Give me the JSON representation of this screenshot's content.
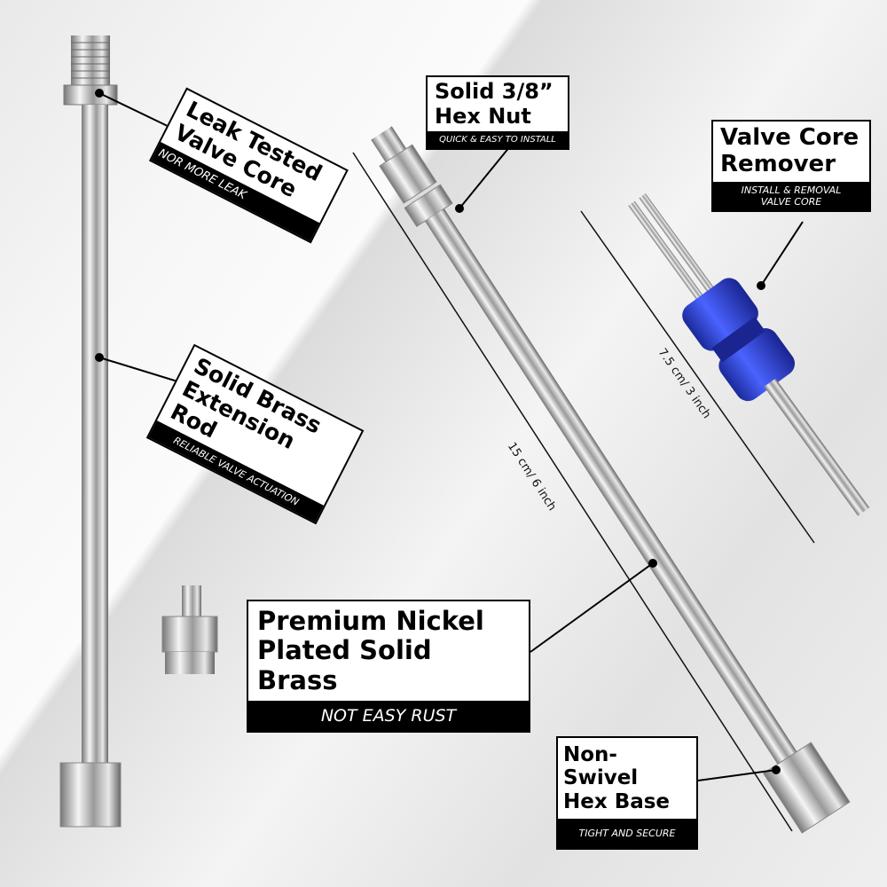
{
  "labels": {
    "leak_core": {
      "title1": "Leak Tested",
      "title2": "Valve Core",
      "sub": "NOR MORE LEAK"
    },
    "brass_rod": {
      "title1": "Solid Brass",
      "title2": "Extension Rod",
      "sub": "RELIABLE VALVE ACTUATION"
    },
    "hex_nut": {
      "title1": "Solid 3/8”",
      "title2": "Hex Nut",
      "sub": "QUICK & EASY TO INSTALL"
    },
    "remover": {
      "title1": "Valve Core",
      "title2": "Remover",
      "sub1": "INSTALL & REMOVAL",
      "sub2": "VALVE CORE"
    },
    "nickel": {
      "title1": "Premium Nickel",
      "title2": "Plated Solid Brass",
      "sub": "NOT EASY RUST"
    },
    "hex_base": {
      "title1": "Non-Swivel",
      "title2": "Hex Base",
      "sub": "TIGHT AND SECURE"
    }
  },
  "dimensions": {
    "long": "15 cm/ 6 inch",
    "short": "7.5 cm/ 3 inch"
  },
  "colors": {
    "remover_blue": "#2a3fcf",
    "chrome": "#c8c8c8"
  }
}
